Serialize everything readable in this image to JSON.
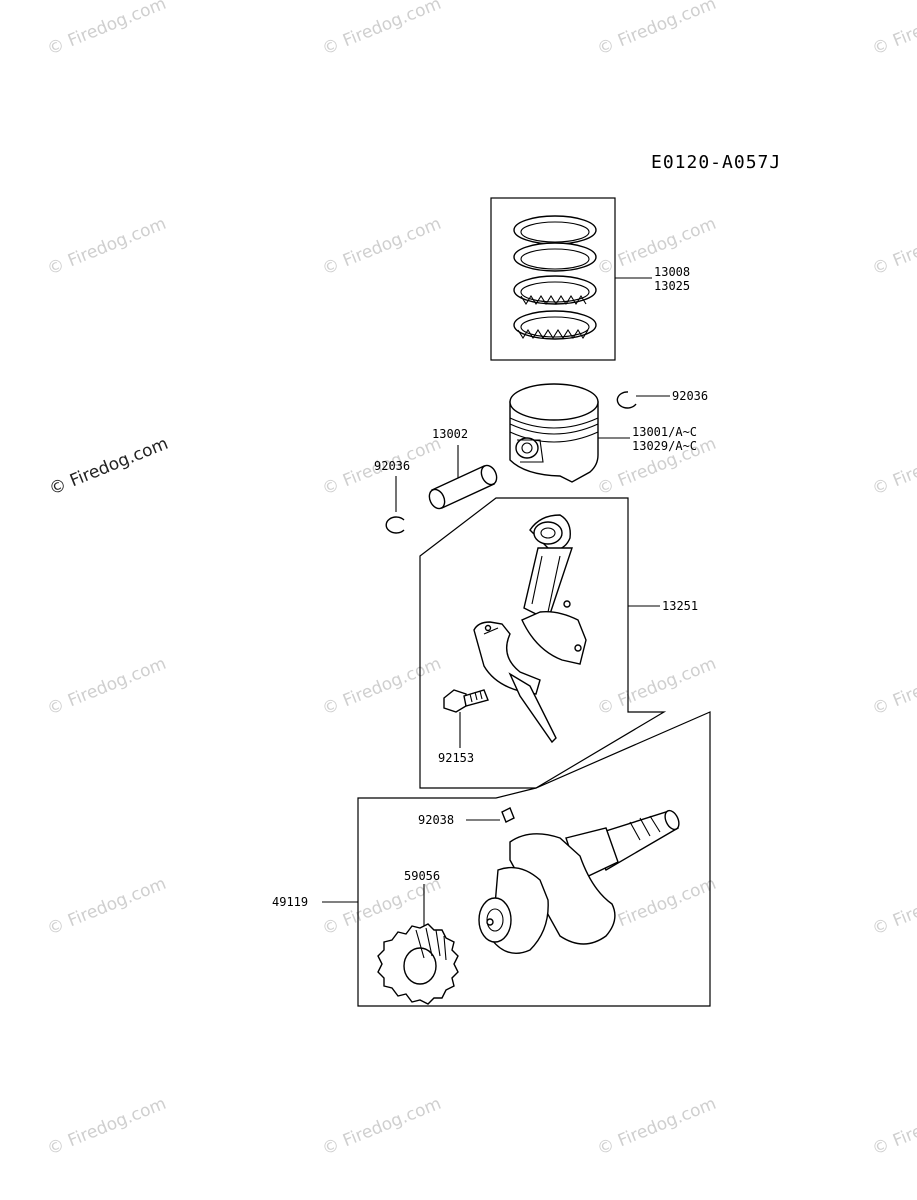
{
  "drawing_id": "E0120-A057J",
  "watermark": "© Firedog.com",
  "part_labels": {
    "p13008": "13008",
    "p13025": "13025",
    "p92036_right": "92036",
    "p13001": "13001/A~C",
    "p13029": "13029/A~C",
    "p13002": "13002",
    "p92036_left": "92036",
    "p13251": "13251",
    "p92153": "92153",
    "p92038": "92038",
    "p59056": "59056",
    "p49119": "49119"
  }
}
